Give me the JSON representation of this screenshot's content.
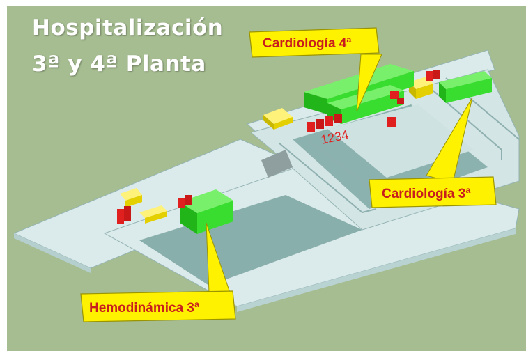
{
  "title": {
    "line1": "Hospitalización",
    "line2": "3ª y 4ª Planta"
  },
  "callouts": {
    "cardiologia_4": "Cardiología 4ª",
    "cardiologia_3": "Cardiología 3ª",
    "hemodinamica_3": "Hemodinámica 3ª"
  },
  "room_number": "1234",
  "colors": {
    "background": "#a6bd91",
    "floor": "#dbeaea",
    "floor_shadow": "#7fa9a6",
    "ward_green": "#39dd2f",
    "room_red": "#e01f1f",
    "service_yellow": "#f4e23a",
    "callout_fill": "#fff200",
    "callout_text": "#c81e1e",
    "title_text": "#ffffff"
  }
}
